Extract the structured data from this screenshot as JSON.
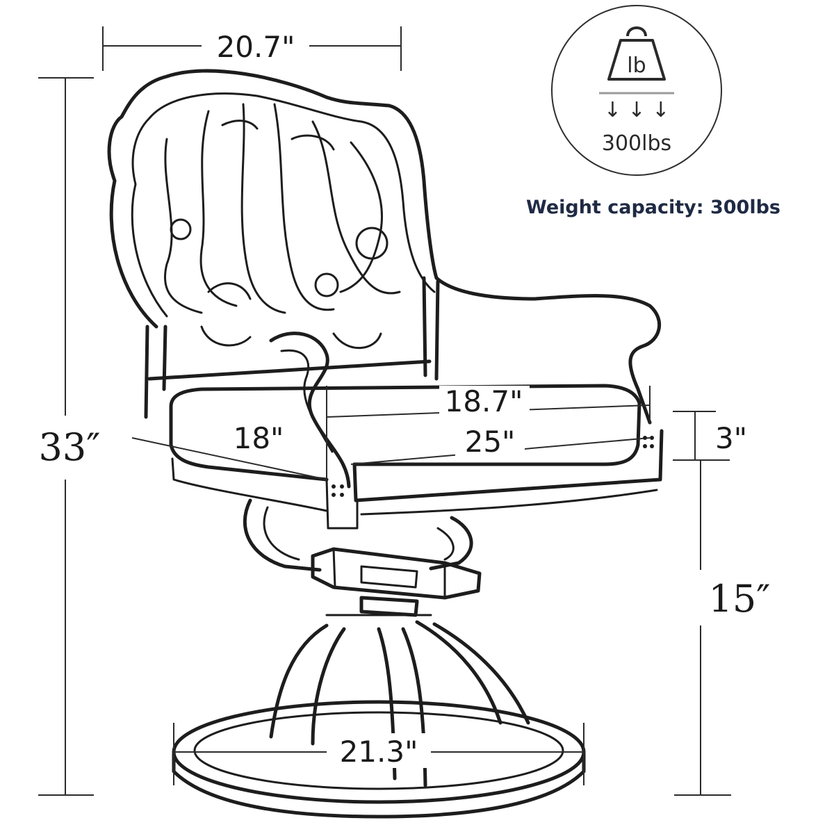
{
  "dimensions": {
    "width_top": "20.7\"",
    "seat_width": "18.7\"",
    "seat_depth": "18\"",
    "seat_diagonal": "25\"",
    "cushion_thickness": "3\"",
    "total_height": "33″",
    "seat_height": "15″",
    "base_diameter": "21.3\""
  },
  "badge": {
    "icon": "weight-lb-icon",
    "icon_text": "lb",
    "arrows": "↓ ↓ ↓",
    "value": "300lbs"
  },
  "weight_capacity": "Weight capacity: 300lbs",
  "colors": {
    "lines": "#1d1d1d",
    "weight_text": "#1f2a44",
    "badge_divider": "#9a9a9a"
  }
}
